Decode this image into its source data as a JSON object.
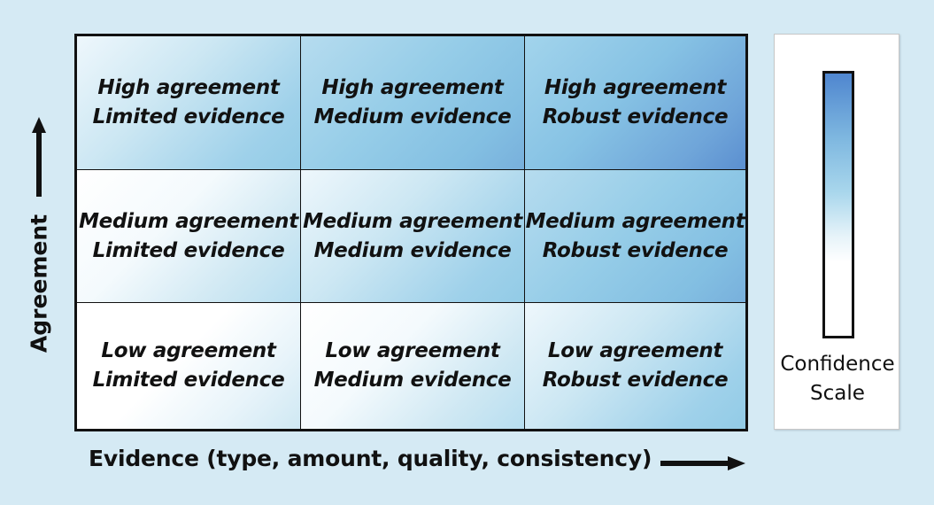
{
  "matrix": {
    "rows": [
      {
        "cells": [
          {
            "agreement": "High agreement",
            "evidence": "Limited evidence"
          },
          {
            "agreement": "High agreement",
            "evidence": "Medium evidence"
          },
          {
            "agreement": "High agreement",
            "evidence": "Robust evidence"
          }
        ]
      },
      {
        "cells": [
          {
            "agreement": "Medium agreement",
            "evidence": "Limited evidence"
          },
          {
            "agreement": "Medium agreement",
            "evidence": "Medium evidence"
          },
          {
            "agreement": "Medium agreement",
            "evidence": "Robust evidence"
          }
        ]
      },
      {
        "cells": [
          {
            "agreement": "Low agreement",
            "evidence": "Limited evidence"
          },
          {
            "agreement": "Low agreement",
            "evidence": "Medium evidence"
          },
          {
            "agreement": "Low agreement",
            "evidence": "Robust evidence"
          }
        ]
      }
    ]
  },
  "axes": {
    "y_label": "Agreement",
    "x_label": "Evidence (type, amount, quality, consistency)"
  },
  "confidence_scale": {
    "line1": "Confidence",
    "line2": "Scale"
  },
  "colors": {
    "background": "#d5eaf4",
    "high_confidence": "#4f86cf",
    "low_confidence": "#ffffff",
    "grid_line": "#111111"
  }
}
